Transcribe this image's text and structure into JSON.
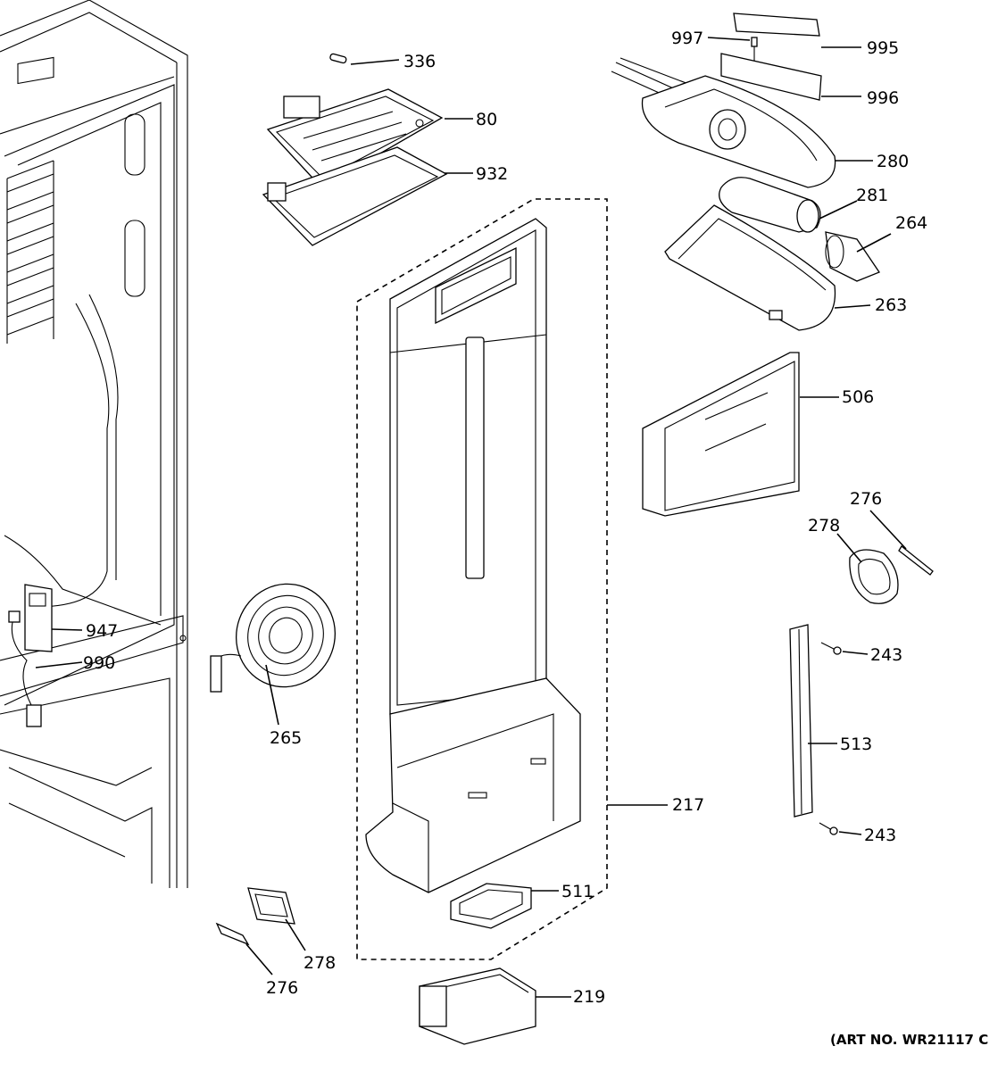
{
  "diagram": {
    "art_number": "(ART NO. WR21117 C",
    "callouts": {
      "c336": "336",
      "c80": "80",
      "c932": "932",
      "c997": "997",
      "c995": "995",
      "c996": "996",
      "c280": "280",
      "c281": "281",
      "c264": "264",
      "c263": "263",
      "c506": "506",
      "c276a": "276",
      "c278a": "278",
      "c243a": "243",
      "c513": "513",
      "c243b": "243",
      "c947": "947",
      "c990": "990",
      "c265": "265",
      "c217": "217",
      "c511": "511",
      "c278b": "278",
      "c276b": "276",
      "c219": "219"
    }
  }
}
